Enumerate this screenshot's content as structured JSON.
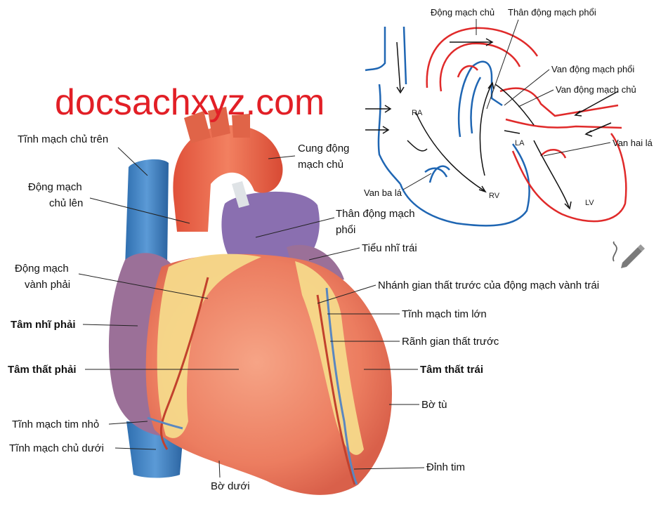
{
  "watermark": "docsachxyz.com",
  "labels": {
    "svc": "Tĩnh mạch chủ trên",
    "asc_aorta_1": "Động mạch",
    "asc_aorta_2": "chủ lên",
    "arch_1": "Cung động",
    "arch_2": "mạch chủ",
    "pulm_trunk_1": "Thân động mạch",
    "pulm_trunk_2": "phổi",
    "left_auricle": "Tiểu nhĩ trái",
    "rca_1": "Động mạch",
    "rca_2": "vành phải",
    "lad": "Nhánh gian thất trước của động mạch vành trái",
    "great_cardiac_vein": "Tĩnh mạch tim lớn",
    "right_atrium": "Tâm nhĩ phải",
    "ant_groove": "Rãnh gian thất trước",
    "right_ventricle": "Tâm thất phải",
    "left_ventricle": "Tâm thất trái",
    "obtuse_margin": "Bờ tù",
    "small_cardiac_vein": "Tĩnh mạch tim nhỏ",
    "ivc": "Tĩnh mạch chủ dưới",
    "apex": "Đỉnh tim",
    "inferior_margin": "Bờ dưới"
  },
  "inset": {
    "aorta": "Động mạch chủ",
    "pulm_trunk": "Thân động mạch phổi",
    "pulm_valve": "Van động mạch phổi",
    "aortic_valve": "Van động mạch chủ",
    "mitral_valve": "Van hai lá",
    "tricuspid_valve": "Van ba lá",
    "ra": "RA",
    "la": "LA",
    "rv": "RV",
    "lv": "LV"
  },
  "colors": {
    "watermark": "#e21f26",
    "venous_blue": "#1f66b3",
    "arterial_red": "#e02a2a",
    "heart_muscle": "#ef8a6e",
    "fat_yellow": "#f5d98a",
    "atrium_purple": "#9b7098",
    "pulmonary_purple": "#8a6fb0"
  },
  "icons": {
    "edit": "pen-edit-icon"
  }
}
